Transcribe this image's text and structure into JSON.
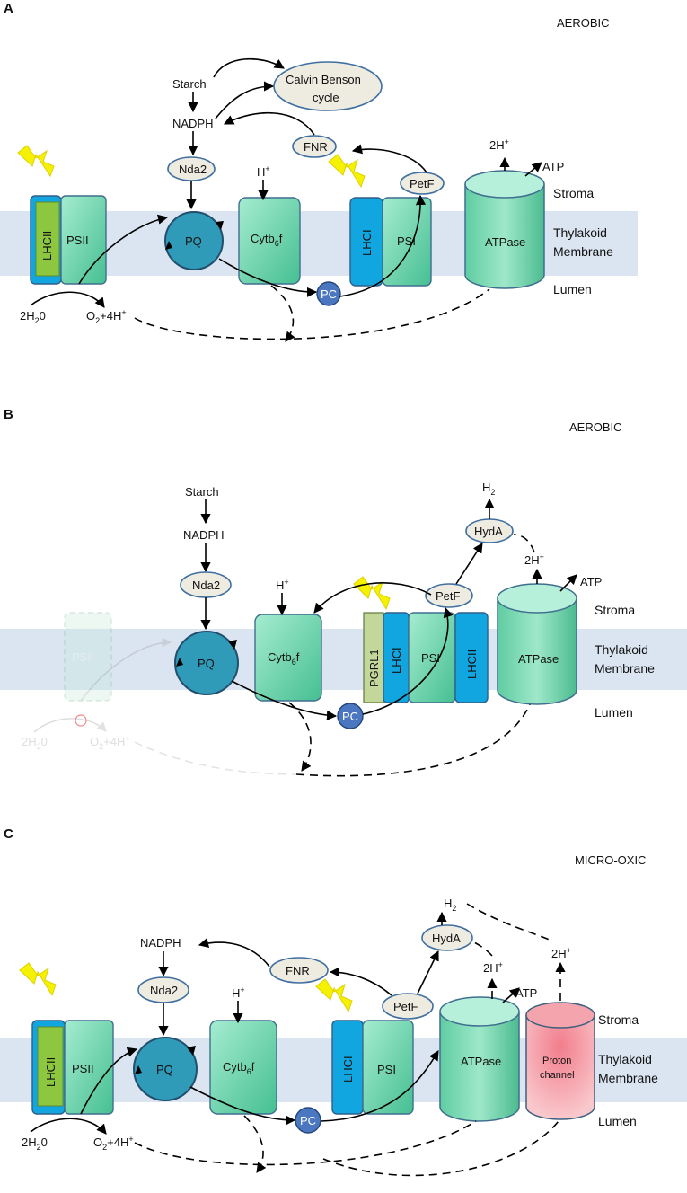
{
  "panels": [
    {
      "letter": "A",
      "condition": "AEROBIC",
      "labels": {
        "starch": "Starch",
        "nadph": "NADPH",
        "nda2": "Nda2",
        "pq": "PQ",
        "calvin_line1": "Calvin Benson",
        "calvin_line2": "cycle",
        "fnr": "FNR",
        "petf": "PetF",
        "hplus": "H",
        "hplus_sup": "+",
        "lhcii": "LHCII",
        "psii": "PSII",
        "cytb": "Cytb",
        "cytb_sub": "6",
        "cytb_f": "f",
        "lhci": "LHCI",
        "psi": "PSI",
        "pc": "PC",
        "atpase": "ATPase",
        "two_h": "2H",
        "two_h_sup": "+",
        "atp": "ATP",
        "water_a": "2H",
        "water_sub": "2",
        "water_b": "0",
        "o2_a": "O",
        "o2_sub": "2",
        "o2_b": "+4H",
        "o2_sup": "+",
        "stroma": "Stroma",
        "thylakoid": "Thylakoid",
        "membrane": "Membrane",
        "lumen": "Lumen"
      }
    },
    {
      "letter": "B",
      "condition": "AEROBIC",
      "labels": {
        "starch": "Starch",
        "nadph": "NADPH",
        "nda2": "Nda2",
        "pq": "PQ",
        "h2": "H",
        "h2_sub": "2",
        "hyda": "HydA",
        "petf": "PetF",
        "hplus": "H",
        "hplus_sup": "+",
        "psii": "PSII",
        "cytb": "Cytb",
        "cytb_sub": "6",
        "cytb_f": "f",
        "pgrl1": "PGRL1",
        "lhci": "LHCI",
        "psi": "PSI",
        "lhcii": "LHCII",
        "pc": "PC",
        "atpase": "ATPase",
        "two_h": "2H",
        "two_h_sup": "+",
        "atp": "ATP",
        "water_a": "2H",
        "water_sub": "2",
        "water_b": "0",
        "o2_a": "O",
        "o2_sub": "2",
        "o2_b": "+4H",
        "o2_sup": "+",
        "stroma": "Stroma",
        "thylakoid": "Thylakoid",
        "membrane": "Membrane",
        "lumen": "Lumen"
      }
    },
    {
      "letter": "C",
      "condition": "MICRO-OXIC",
      "labels": {
        "nadph": "NADPH",
        "nda2": "Nda2",
        "pq": "PQ",
        "fnr": "FNR",
        "petf": "PetF",
        "hyda": "HydA",
        "h2": "H",
        "h2_sub": "2",
        "two_h": "2H",
        "two_h_sup": "+",
        "two_h_right": "2H",
        "two_h_right_sup": "+",
        "hplus": "H",
        "hplus_sup": "+",
        "atp": "ATP",
        "lhcii": "LHCII",
        "psii": "PSII",
        "cytb": "Cytb",
        "cytb_sub": "6",
        "cytb_f": "f",
        "lhci": "LHCI",
        "psi": "PSI",
        "pc": "PC",
        "atpase": "ATPase",
        "proton_line1": "Proton",
        "proton_line2": "channel",
        "water_a": "2H",
        "water_sub": "2",
        "water_b": "0",
        "o2_a": "O",
        "o2_sub": "2",
        "o2_b": "+4H",
        "o2_sup": "+",
        "stroma": "Stroma",
        "thylakoid": "Thylakoid",
        "membrane": "Membrane",
        "lumen": "Lumen"
      }
    }
  ]
}
